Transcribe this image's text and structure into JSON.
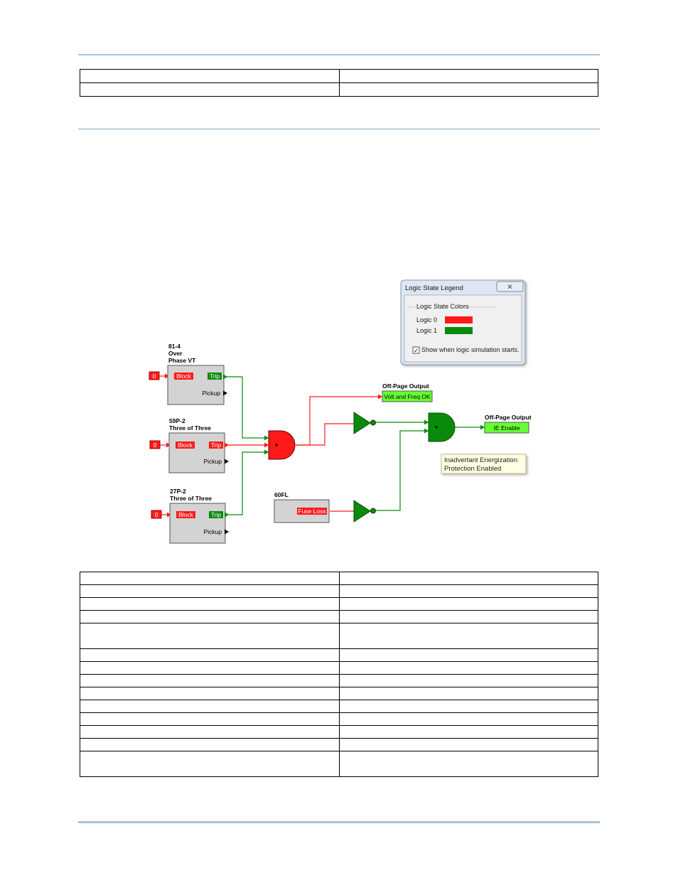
{
  "colors": {
    "logic0": "#ff1a1a",
    "logic1": "#0a8a0a",
    "block_fill": "#d3d3d3",
    "output_fill": "#66ff33",
    "tooltip_fill": "#ffffe1",
    "rule": "#a9c3d6"
  },
  "legend": {
    "title": "Logic State Legend",
    "close_label": "✕",
    "group_label": "Logic State Colors",
    "logic0_label": "Logic 0",
    "logic1_label": "Logic 1",
    "checkbox_label": "Show when logic simulation starts.",
    "checkbox_checked": true,
    "checkbox_mark": "✓"
  },
  "diagram": {
    "block_81": {
      "title_line1": "81-4",
      "title_line2": "Over",
      "title_line3": "Phase VT",
      "input_value": "0",
      "block_label": "Block",
      "trip_label": "Trip",
      "pickup_label": "Pickup"
    },
    "block_59": {
      "title_line1": "59P-2",
      "title_line2": "Three of Three",
      "input_value": "0",
      "block_label": "Block",
      "trip_label": "Trip",
      "pickup_label": "Pickup"
    },
    "block_27": {
      "title_line1": "27P-2",
      "title_line2": "Three of Three",
      "input_value": "0",
      "block_label": "Block",
      "trip_label": "Trip",
      "pickup_label": "Pickup"
    },
    "block_60fl": {
      "title": "60FL",
      "output_label": "Fuse Loss"
    },
    "gate_symbol": "•",
    "output_volt": {
      "header": "Off-Page Output",
      "label": "Volt and Freq OK"
    },
    "output_ie": {
      "header": "Off-Page Output",
      "label": "IE Enable"
    },
    "tooltip": {
      "line1": "Inadvertant Energization",
      "line2": "Protection Enabled"
    }
  },
  "tables": {
    "top_rows": 2,
    "bottom_row_heights": [
      "18",
      "18",
      "18",
      "18",
      "36",
      "18",
      "18",
      "18",
      "18",
      "18",
      "18",
      "18",
      "18",
      "36"
    ]
  }
}
